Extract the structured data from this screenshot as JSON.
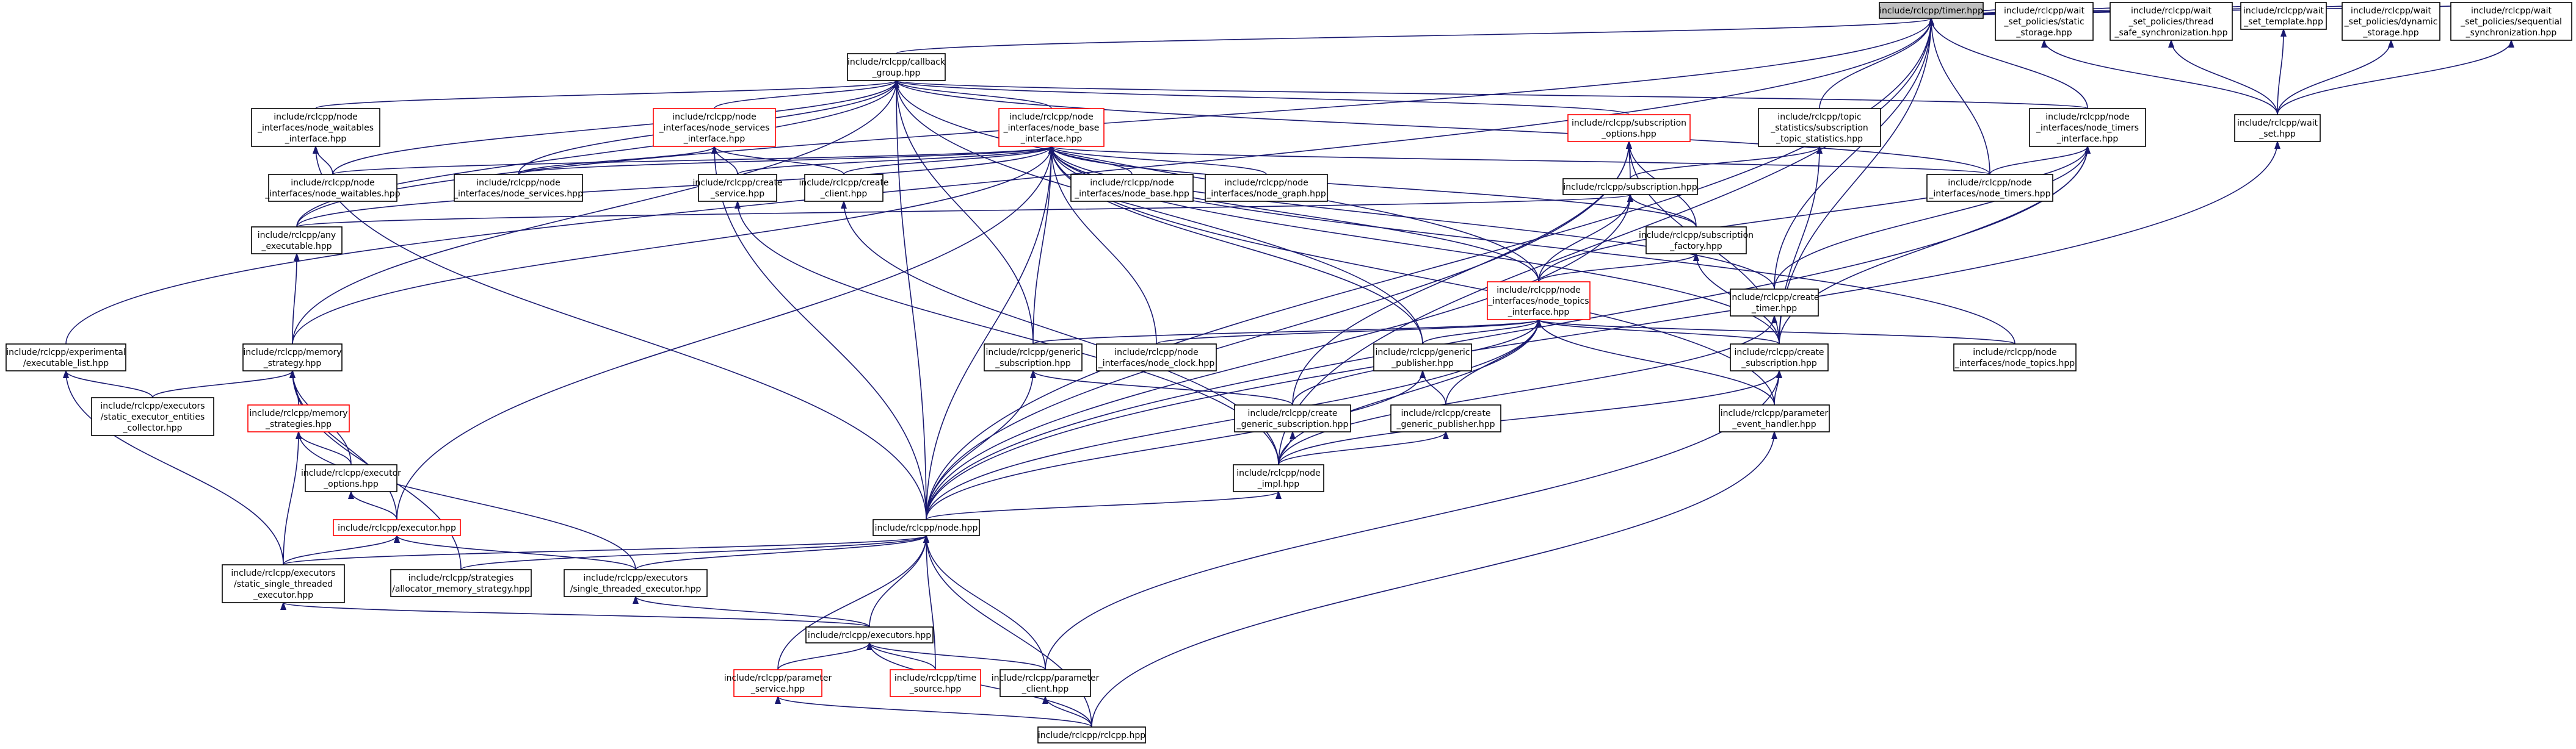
{
  "colors": {
    "edge": "#191970",
    "highlight_border": "#ff0000",
    "root_fill": "#bfbfbf"
  },
  "nodes": [
    {
      "id": "timer",
      "lines": [
        "include/rclcpp/timer.hpp"
      ],
      "root": true
    },
    {
      "id": "callback_group",
      "lines": [
        "include/rclcpp/callback",
        "_group.hpp"
      ]
    },
    {
      "id": "wait_static",
      "lines": [
        "include/rclcpp/wait",
        "_set_policies/static",
        "_storage.hpp"
      ]
    },
    {
      "id": "wait_thread",
      "lines": [
        "include/rclcpp/wait",
        "_set_policies/thread",
        "_safe_synchronization.hpp"
      ]
    },
    {
      "id": "wait_template",
      "lines": [
        "include/rclcpp/wait",
        "_set_template.hpp"
      ]
    },
    {
      "id": "wait_dynamic",
      "lines": [
        "include/rclcpp/wait",
        "_set_policies/dynamic",
        "_storage.hpp"
      ]
    },
    {
      "id": "wait_sequential",
      "lines": [
        "include/rclcpp/wait",
        "_set_policies/sequential",
        "_synchronization.hpp"
      ]
    },
    {
      "id": "node_waitables_if",
      "lines": [
        "include/rclcpp/node",
        "_interfaces/node_waitables",
        "_interface.hpp"
      ]
    },
    {
      "id": "node_services_if",
      "lines": [
        "include/rclcpp/node",
        "_interfaces/node_services",
        "_interface.hpp"
      ],
      "red": true
    },
    {
      "id": "node_base_if",
      "lines": [
        "include/rclcpp/node",
        "_interfaces/node_base",
        "_interface.hpp"
      ],
      "red": true
    },
    {
      "id": "subscription_options",
      "lines": [
        "include/rclcpp/subscription",
        "_options.hpp"
      ],
      "red": true
    },
    {
      "id": "topic_stats",
      "lines": [
        "include/rclcpp/topic",
        "_statistics/subscription",
        "_topic_statistics.hpp"
      ]
    },
    {
      "id": "node_timers_if",
      "lines": [
        "include/rclcpp/node",
        "_interfaces/node_timers",
        "_interface.hpp"
      ]
    },
    {
      "id": "wait_set",
      "lines": [
        "include/rclcpp/wait",
        "_set.hpp"
      ]
    },
    {
      "id": "node_waitables",
      "lines": [
        "include/rclcpp/node",
        "_interfaces/node_waitables.hpp"
      ]
    },
    {
      "id": "node_services",
      "lines": [
        "include/rclcpp/node",
        "_interfaces/node_services.hpp"
      ]
    },
    {
      "id": "create_service",
      "lines": [
        "include/rclcpp/create",
        "_service.hpp"
      ]
    },
    {
      "id": "create_client",
      "lines": [
        "include/rclcpp/create",
        "_client.hpp"
      ]
    },
    {
      "id": "node_base",
      "lines": [
        "include/rclcpp/node",
        "_interfaces/node_base.hpp"
      ]
    },
    {
      "id": "node_graph",
      "lines": [
        "include/rclcpp/node",
        "_interfaces/node_graph.hpp"
      ]
    },
    {
      "id": "subscription",
      "lines": [
        "include/rclcpp/subscription.hpp"
      ]
    },
    {
      "id": "node_timers",
      "lines": [
        "include/rclcpp/node",
        "_interfaces/node_timers.hpp"
      ]
    },
    {
      "id": "any_executable",
      "lines": [
        "include/rclcpp/any",
        "_executable.hpp"
      ]
    },
    {
      "id": "subscription_factory",
      "lines": [
        "include/rclcpp/subscription",
        "_factory.hpp"
      ]
    },
    {
      "id": "node_topics_if",
      "lines": [
        "include/rclcpp/node",
        "_interfaces/node_topics",
        "_interface.hpp"
      ],
      "red": true
    },
    {
      "id": "create_timer",
      "lines": [
        "include/rclcpp/create",
        "_timer.hpp"
      ]
    },
    {
      "id": "experimental",
      "lines": [
        "include/rclcpp/experimental",
        "/executable_list.hpp"
      ]
    },
    {
      "id": "memory_strategy",
      "lines": [
        "include/rclcpp/memory",
        "_strategy.hpp"
      ]
    },
    {
      "id": "generic_subscription",
      "lines": [
        "include/rclcpp/generic",
        "_subscription.hpp"
      ]
    },
    {
      "id": "node_clock",
      "lines": [
        "include/rclcpp/node",
        "_interfaces/node_clock.hpp"
      ]
    },
    {
      "id": "generic_publisher",
      "lines": [
        "include/rclcpp/generic",
        "_publisher.hpp"
      ]
    },
    {
      "id": "create_subscription",
      "lines": [
        "include/rclcpp/create",
        "_subscription.hpp"
      ]
    },
    {
      "id": "node_topics",
      "lines": [
        "include/rclcpp/node",
        "_interfaces/node_topics.hpp"
      ]
    },
    {
      "id": "static_entities",
      "lines": [
        "include/rclcpp/executors",
        "/static_executor_entities",
        "_collector.hpp"
      ]
    },
    {
      "id": "memory_strategies",
      "lines": [
        "include/rclcpp/memory",
        "_strategies.hpp"
      ],
      "red": true
    },
    {
      "id": "create_generic_subscription",
      "lines": [
        "include/rclcpp/create",
        "_generic_subscription.hpp"
      ]
    },
    {
      "id": "create_generic_publisher",
      "lines": [
        "include/rclcpp/create",
        "_generic_publisher.hpp"
      ]
    },
    {
      "id": "parameter_event_handler",
      "lines": [
        "include/rclcpp/parameter",
        "_event_handler.hpp"
      ]
    },
    {
      "id": "executor_options",
      "lines": [
        "include/rclcpp/executor",
        "_options.hpp"
      ]
    },
    {
      "id": "node_impl",
      "lines": [
        "include/rclcpp/node",
        "_impl.hpp"
      ]
    },
    {
      "id": "executor",
      "lines": [
        "include/rclcpp/executor.hpp"
      ],
      "red": true
    },
    {
      "id": "node",
      "lines": [
        "include/rclcpp/node.hpp"
      ]
    },
    {
      "id": "static_single",
      "lines": [
        "include/rclcpp/executors",
        "/static_single_threaded",
        "_executor.hpp"
      ]
    },
    {
      "id": "allocator_strategy",
      "lines": [
        "include/rclcpp/strategies",
        "/allocator_memory_strategy.hpp"
      ]
    },
    {
      "id": "single_threaded",
      "lines": [
        "include/rclcpp/executors",
        "/single_threaded_executor.hpp"
      ]
    },
    {
      "id": "executors",
      "lines": [
        "include/rclcpp/executors.hpp"
      ]
    },
    {
      "id": "parameter_service",
      "lines": [
        "include/rclcpp/parameter",
        "_service.hpp"
      ],
      "red": true
    },
    {
      "id": "time_source",
      "lines": [
        "include/rclcpp/time",
        "_source.hpp"
      ],
      "red": true
    },
    {
      "id": "parameter_client",
      "lines": [
        "include/rclcpp/parameter",
        "_client.hpp"
      ]
    },
    {
      "id": "rclcpp",
      "lines": [
        "include/rclcpp/rclcpp.hpp"
      ]
    }
  ]
}
